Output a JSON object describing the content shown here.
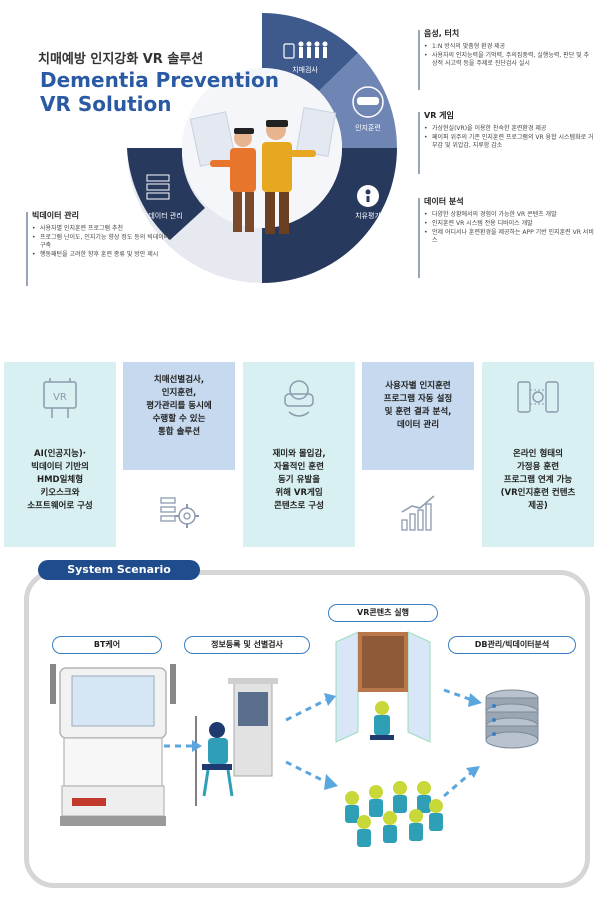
{
  "hero": {
    "title_kor": "치매예방 인지강화 VR 솔루션",
    "title_en_line1": "Dementia Prevention",
    "title_en_line2": "VR Solution"
  },
  "wheel_segments": [
    "치매검사",
    "인지훈련",
    "치유평가",
    "지능 데이터 관리"
  ],
  "features": {
    "audio": {
      "title": "음성, 터치",
      "items": [
        "1:N 방식의 맞춤형 환경 제공",
        "사용자의 인지능력을 기억력, 주의집중력, 실행능력, 판단 및 추상적 사고력 등을 주제로 진단검사 실시"
      ]
    },
    "vr": {
      "title": "VR 게임",
      "items": [
        "가상현실(VR)을 이용한 친숙한 훈련환경 제공",
        "페이퍼 위주의 기존 인지훈련 프로그램의 VR 융합 시스템화로 거부감 및 위압감, 지루함 감소"
      ]
    },
    "data": {
      "title": "데이터 분석",
      "items": [
        "다양한 상황에서의 경험이 가능한 VR 콘텐츠 개발",
        "인지훈련 VR 시스템 전용 디바이스 개발",
        "언제 어디서나 훈련환경을 제공하는 APP 기반 인지훈련 VR 서비스"
      ]
    },
    "bigdata": {
      "title": "빅데이터 관리",
      "items": [
        "사용자별 인지훈련 프로그램 추천",
        "프로그램 난이도, 인지기능 향상 정도 등의 빅데이터 구축",
        "행동패턴을 고려한 향후 훈련 종류 및 방안 제시"
      ]
    }
  },
  "cards": [
    {
      "text": [
        "AI(인공지능)·",
        "빅데이터 기반의",
        "HMD일체형",
        "키오스크와",
        "소프트웨어로 구성"
      ],
      "icon": "vr-kiosk-icon"
    },
    {
      "text": [
        "치매선별검사,",
        "인지훈련,",
        "평가관리를 동시에",
        "수행할 수 있는",
        "통합 솔루션"
      ],
      "icon": "settings-icon"
    },
    {
      "text": [
        "재미와 몰입감,",
        "자율적인 훈련",
        "동기 유발을",
        "위해 VR게임",
        "콘텐츠로 구성"
      ],
      "icon": "vr-headset-icon"
    },
    {
      "text": [
        "사용자별 인지훈련",
        "프로그램 자동 설정",
        "및 훈련 결과 분석,",
        "데이터 관리"
      ],
      "icon": "bar-chart-icon"
    },
    {
      "text": [
        "온라인 형태의",
        "가정용 훈련",
        "프로그램 연계 가능",
        "(VR인지훈련 컨텐츠",
        "제공)"
      ],
      "icon": "mobile-sync-icon"
    }
  ],
  "scenario": {
    "title": "System Scenario",
    "labels": {
      "bt": "BT케어",
      "reg": "정보등록 및 선별검사",
      "vr": "VR콘텐츠 실행",
      "db": "DB관리/빅데이터분석"
    }
  },
  "colors": {
    "navy": "#1e4c8c",
    "wheel_dark": "#273a5e",
    "wheel_mid": "#3e5a8c",
    "wheel_light": "#6f86b4",
    "mint": "#d8f0f1",
    "pale_blue": "#c6d9ef"
  }
}
